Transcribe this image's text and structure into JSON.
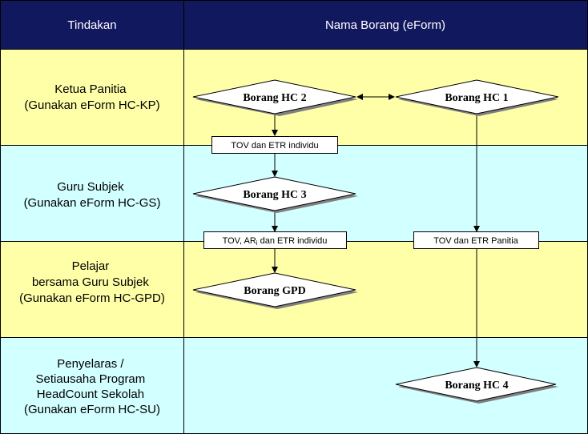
{
  "header": {
    "col1": "Tindakan",
    "col2": "Nama Borang (eForm)",
    "bg_color": "#11185E"
  },
  "lanes": [
    {
      "lines": [
        "Ketua Panitia",
        "(Gunakan eForm HC-KP)"
      ],
      "color": "#FFFFA8"
    },
    {
      "lines": [
        "Guru Subjek",
        "(Gunakan eForm HC-GS)"
      ],
      "color": "#D2FFFF"
    },
    {
      "lines": [
        "Pelajar",
        "bersama Guru Subjek",
        "(Gunakan eForm HC-GPD)"
      ],
      "color": "#FFFFA8"
    },
    {
      "lines": [
        "Penyelaras /",
        "Setiausaha Program",
        "HeadCount Sekolah",
        "(Gunakan eForm HC-SU)"
      ],
      "color": "#D2FFFF"
    }
  ],
  "forms": {
    "hc2": "Borang HC 2",
    "hc1": "Borang HC 1",
    "hc3": "Borang HC 3",
    "gpd": "Borang GPD",
    "hc4": "Borang HC 4"
  },
  "edge_labels": {
    "tov_etr_individu": "TOV dan ETR individu",
    "tov_ar_etr_prefix": "TOV, AR",
    "tov_ar_etr_subscript": "i",
    "tov_ar_etr_suffix": " dan ETR individu",
    "tov_etr_panitia": "TOV dan ETR Panitia"
  }
}
